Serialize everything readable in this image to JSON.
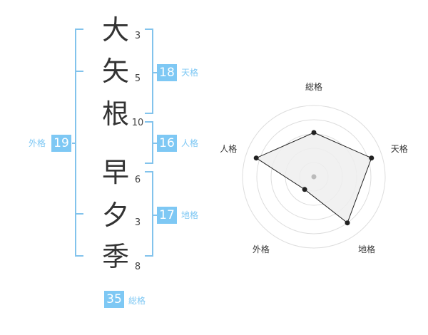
{
  "name_chars": [
    {
      "char": "大",
      "strokes": "3"
    },
    {
      "char": "矢",
      "strokes": "5"
    },
    {
      "char": "根",
      "strokes": "10"
    },
    {
      "char": "早",
      "strokes": "6"
    },
    {
      "char": "夕",
      "strokes": "3"
    },
    {
      "char": "季",
      "strokes": "8"
    }
  ],
  "badges": {
    "tenkaku": {
      "value": "18",
      "label": "天格"
    },
    "jinkaku": {
      "value": "16",
      "label": "人格"
    },
    "chikaku": {
      "value": "17",
      "label": "地格"
    },
    "gaikaku": {
      "value": "19",
      "label": "外格"
    },
    "soukaku": {
      "value": "35",
      "label": "総格"
    }
  },
  "radar": {
    "axes": [
      "総格",
      "天格",
      "地格",
      "外格",
      "人格"
    ],
    "levels": 5,
    "values": [
      0.62,
      0.85,
      0.8,
      0.22,
      0.85
    ],
    "colors": {
      "grid": "#dddddd",
      "fill": "#eeeeee",
      "line": "#222222",
      "center": "#bbbbbb"
    }
  }
}
